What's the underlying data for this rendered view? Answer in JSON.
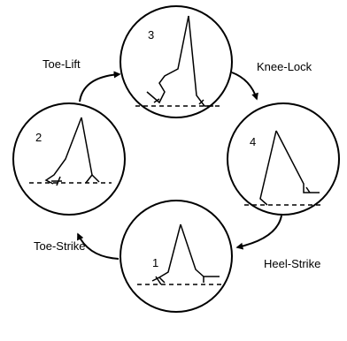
{
  "phases": [
    {
      "number": "3"
    },
    {
      "number": "4"
    },
    {
      "number": "1"
    },
    {
      "number": "2"
    }
  ],
  "transitions": [
    {
      "label": "Knee-Lock"
    },
    {
      "label": "Heel-Strike"
    },
    {
      "label": "Toe-Strike"
    },
    {
      "label": "Toe-Lift"
    }
  ],
  "colors": {
    "stroke": "#000000",
    "background": "#ffffff"
  }
}
